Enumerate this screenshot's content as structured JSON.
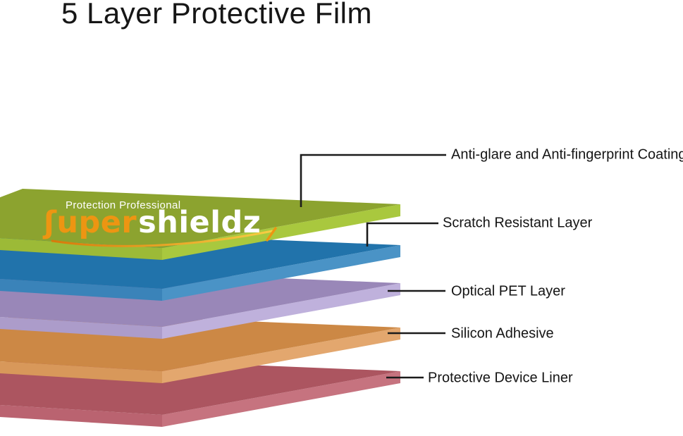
{
  "title": "5 Layer Protective Film",
  "logo": {
    "tagline": "Protection Professional",
    "wordmark_first": "ʃuper",
    "wordmark_second": "shieldz",
    "orange": "#ED9512",
    "white": "#FFFFFF"
  },
  "diagram": {
    "callout_color": "#1B1B1B",
    "layers": [
      {
        "id": "anti-glare-coating",
        "label": "Anti-glare and Anti-fingerprint Coating",
        "top_color": "#8CA32F",
        "front_color": "#A9C83E",
        "side_color": "#9CBA37"
      },
      {
        "id": "scratch-resistant",
        "label": "Scratch Resistant Layer",
        "top_color": "#2173AB",
        "front_color": "#4A93C6",
        "side_color": "#3A83B9"
      },
      {
        "id": "optical-pet",
        "label": "Optical PET Layer",
        "top_color": "#9987B8",
        "front_color": "#BFB1DC",
        "side_color": "#AC9CCA"
      },
      {
        "id": "silicon-adhesive",
        "label": "Silicon Adhesive",
        "top_color": "#CC8845",
        "front_color": "#E3A76E",
        "side_color": "#D8985A"
      },
      {
        "id": "device-liner",
        "label": "Protective Device Liner",
        "top_color": "#AC5560",
        "front_color": "#C6737F",
        "side_color": "#BA6370"
      }
    ]
  }
}
